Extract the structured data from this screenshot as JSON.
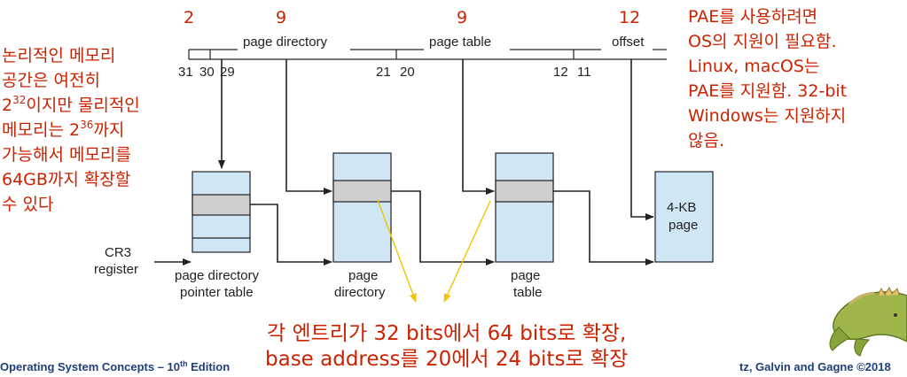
{
  "header": {
    "bits_dir_ptr": "2",
    "bits_directory": "9",
    "bits_table": "9",
    "bits_offset": "12"
  },
  "address_fields": {
    "page_directory": "page directory",
    "page_table": "page table",
    "offset": "offset",
    "bit_31": "31",
    "bit_30": "30",
    "bit_29": "29",
    "bit_21": "21",
    "bit_20": "20",
    "bit_12": "12",
    "bit_11": "11"
  },
  "left_note": [
    "논리적인 메모리",
    "공간은 여전히",
    "2",
    "32",
    "이지만 물리적인",
    "메모리는 2",
    "36",
    "까지",
    "가능해서 메모리를",
    "64GB까지 확장할",
    "수 있다"
  ],
  "right_note": [
    "PAE를 사용하려면",
    "OS의 지원이 필요함.",
    "Linux, macOS는",
    "PAE를 지원함. 32-bit",
    "Windows는 지원하지",
    "않음."
  ],
  "cr3": {
    "line1": "CR3",
    "line2": "register"
  },
  "tables": {
    "dpt_line1": "page directory",
    "dpt_line2": "pointer table",
    "pd_line1": "page",
    "pd_line2": "directory",
    "pt_line1": "page",
    "pt_line2": "table",
    "page_line1": "4-KB",
    "page_line2": "page"
  },
  "bottom_note": {
    "line1": "각 엔트리가 32 bits에서 64 bits로 확장,",
    "line2": "base address를 20에서 24 bits로 확장"
  },
  "footer": {
    "left": "Operating System Concepts – 10",
    "left_sup": "th",
    "left_end": " Edition",
    "right": "tz, Galvin and Gagne ©2018"
  },
  "colors": {
    "accent_red": "#cc2200",
    "table_fill": "#cfe6f5",
    "entry_gray": "#cfcfcf",
    "arrow_yellow": "#f0c400"
  }
}
